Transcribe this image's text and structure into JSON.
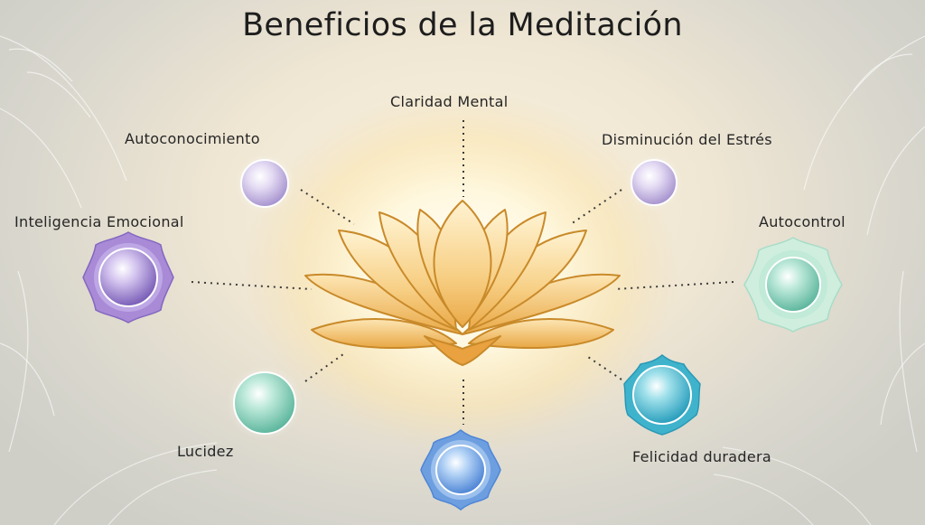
{
  "title": "Beneficios de la Meditación",
  "benefits": [
    {
      "label": "Claridad Mental",
      "color": "#e7d9b0"
    },
    {
      "label": "Autoconocimiento",
      "color": "#c9b8e3"
    },
    {
      "label": "Disminución del Estrés",
      "color": "#c9b8e3"
    },
    {
      "label": "Inteligencia Emocional",
      "color": "#9b7fcf"
    },
    {
      "label": "Autocontrol",
      "color": "#8fd2be"
    },
    {
      "label": "Lucidez",
      "color": "#8fd6bf"
    },
    {
      "label": "Felicidad duradera",
      "color": "#3fb9cf"
    }
  ],
  "colors": {
    "lotus_outline": "#c98a2a",
    "lotus_fill": "#f6c976",
    "glow": "#fffbe8",
    "blue_orb": "#6da3e6"
  },
  "icons": [
    "lotus-icon",
    "orb-icon",
    "chakra-flower-icon",
    "feather-leaf-icon"
  ]
}
